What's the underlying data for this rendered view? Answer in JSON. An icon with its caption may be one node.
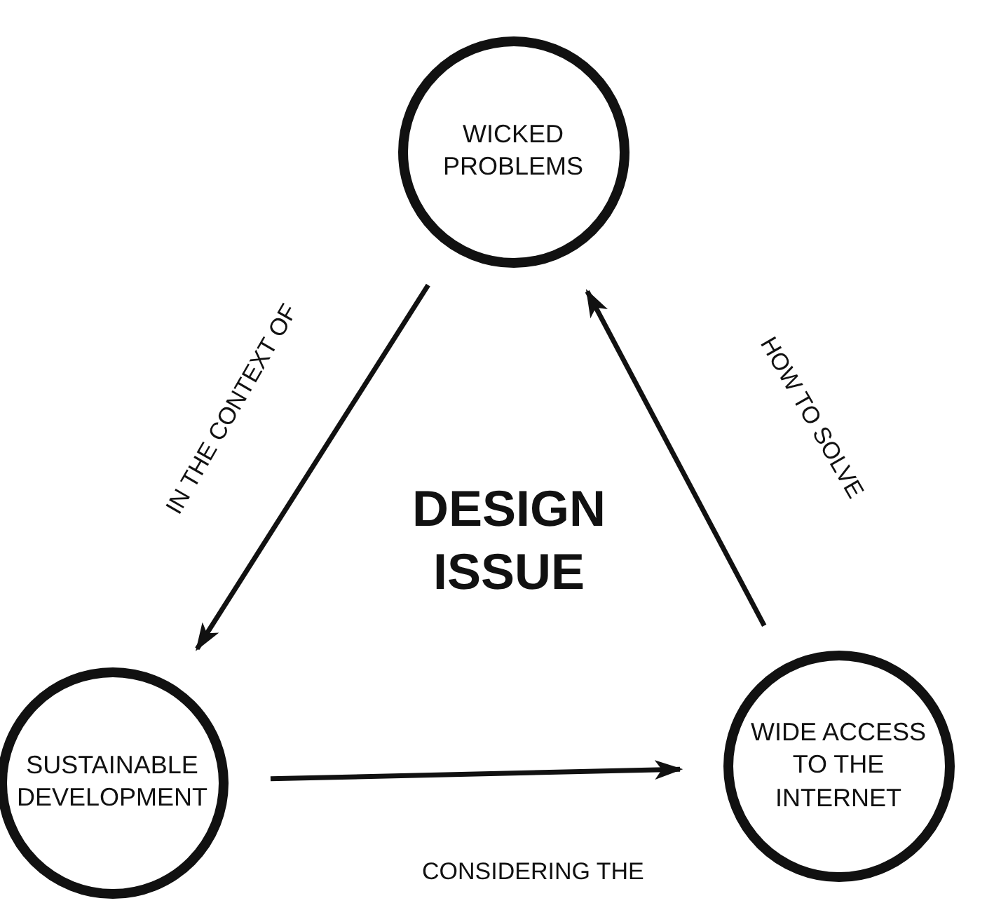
{
  "diagram": {
    "nodes": [
      {
        "text": [
          "WICKED PROBLEMS"
        ]
      },
      {
        "text": [
          "SUSTAINABLE DEVELOPMENT"
        ]
      },
      {
        "text": [
          "WIDE ACCESS TO THE INTERNET"
        ]
      }
    ],
    "edges": [
      {
        "from": 0,
        "to": 1,
        "arrow": "to",
        "label": "IN THE CONTEXT OF"
      },
      {
        "from": 1,
        "to": 2,
        "arrow": "to",
        "label": "CONSIDERING THE"
      },
      {
        "from": 2,
        "to": 0,
        "arrow": "to",
        "label": "HOW TO SOLVE"
      }
    ],
    "labels": [
      "DESIGN ISSUE"
    ]
  }
}
